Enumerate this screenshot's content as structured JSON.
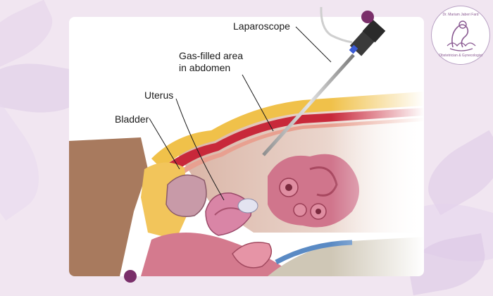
{
  "labels": {
    "laparoscope": "Laparoscope",
    "gas_line1": "Gas-filled area",
    "gas_line2": "in abdomen",
    "uterus": "Uterus",
    "bladder": "Bladder"
  },
  "logo": {
    "top_text": "Dr. Mariam Jaberi Fard",
    "bottom_text": "Obstetrician & Gynecologist"
  },
  "colors": {
    "background": "#f1e6f1",
    "accent_dot": "#7a2f6a",
    "logo_purple": "#8a5a92"
  }
}
